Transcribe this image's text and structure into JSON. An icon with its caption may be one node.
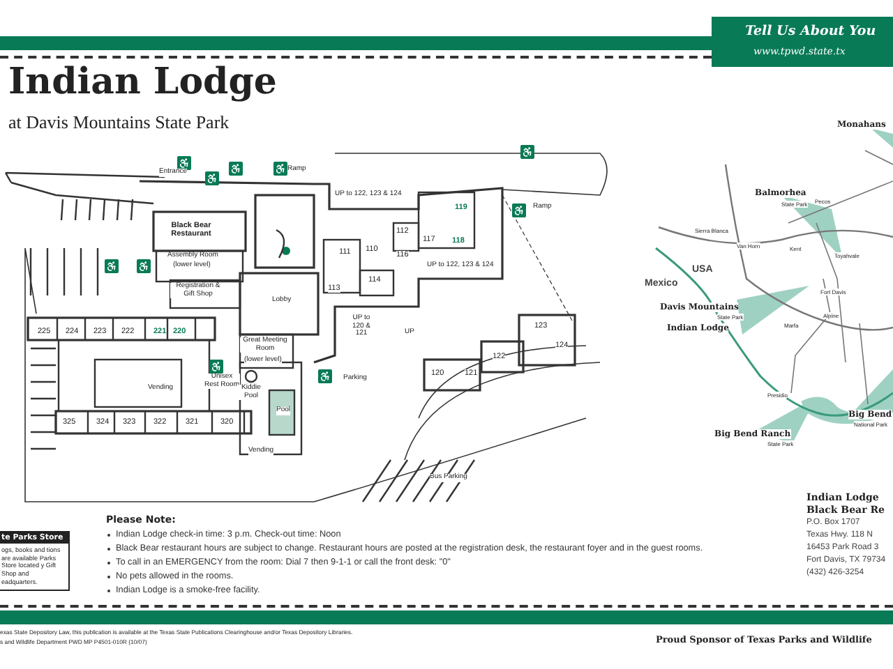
{
  "diagram": {
    "title": "Indian Lodge",
    "nodes": [
      {
        "text": [
          "te Parks Store",
          "ogs, books and tions are available Parks Store located y Gift Shop and eadquarters."
        ]
      }
    ],
    "labels": [
      "at Davis Mountains State Park",
      "Tell Us About You",
      "www.tpwd.state.tx",
      "Entrance",
      "Ramp",
      "Black Bear Restaurant",
      "Assembly Room",
      "(lower level)",
      "Registration & Gift Shop",
      "Lobby",
      "Great Meeting Room",
      "(lower level)",
      "Vending",
      "Unisex Rest Room",
      "Kiddie Pool",
      "Pool",
      "Vending",
      "Parking",
      "Ramp",
      "UP to 122, 123 & 124",
      "UP to 122, 123 & 124",
      "UP to 120 & 121",
      "UP",
      "Bus Parking",
      "225",
      "224",
      "223",
      "222",
      "221",
      "220",
      "325",
      "324",
      "323",
      "322",
      "321",
      "320",
      "119",
      "118",
      "111",
      "110",
      "112",
      "117",
      "116",
      "114",
      "113",
      "123",
      "124",
      "122",
      "120",
      "121",
      "Monahans",
      "Balmorhea",
      "State Park",
      "USA",
      "Mexico",
      "Davis Mountains",
      "State Park",
      "Indian Lodge",
      "Big Bend Ranch",
      "State Park",
      "Big Bend",
      "National Park",
      "Sierra Blanca",
      "Van Horn",
      "Pecos",
      "Kent",
      "Toyahvale",
      "Fort Davis",
      "Marfa",
      "Alpine",
      "Presidio",
      "Please Note:",
      "Indian Lodge check-in time:  3 p.m.  Check-out time:  Noon",
      "Black Bear restaurant hours are subject to change.  Restaurant hours are posted at the registration desk, the restaurant foyer and in the guest rooms.",
      "To call in an EMERGENCY from the room: Dial 7 then 9-1-1 or call the front desk: \"0\"",
      "No pets allowed in the rooms.",
      "Indian Lodge is a smoke-free facility.",
      "Indian Lodge",
      "Black Bear Re",
      "P.O. Box 1707",
      "Texas Hwy. 118 N",
      "16453 Park Road 3",
      "Fort Davis, TX 79734",
      "(432) 426-3254",
      "exas State Depository Law, this publication is available at the Texas State Publications Clearinghouse and/or Texas Depository Libraries.",
      "s and Wildlife Department   PWD MP P4501-010R (10/07)",
      "Proud Sponsor of Texas Parks and Wildlife"
    ]
  }
}
